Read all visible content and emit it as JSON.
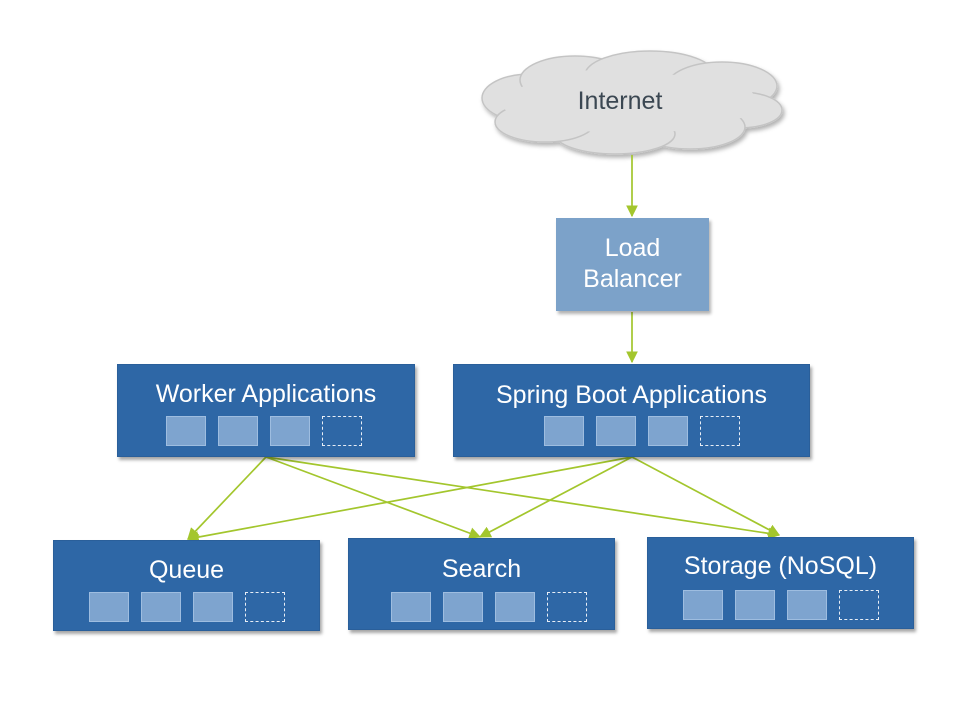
{
  "internet": {
    "label": "Internet"
  },
  "load_balancer": {
    "line1": "Load",
    "line2": "Balancer"
  },
  "tiers": {
    "worker": {
      "title": "Worker Applications",
      "instances": 3,
      "empty_slots": 1
    },
    "spring": {
      "title": "Spring Boot Applications",
      "instances": 3,
      "empty_slots": 1
    }
  },
  "services": {
    "queue": {
      "title": "Queue",
      "instances": 3,
      "empty_slots": 1
    },
    "search": {
      "title": "Search",
      "instances": 3,
      "empty_slots": 1
    },
    "storage": {
      "title": "Storage (NoSQL)",
      "instances": 3,
      "empty_slots": 1
    }
  },
  "colors": {
    "node_fill": "#2e67a6",
    "slot_fill": "#7ea4cf",
    "load_balancer_fill": "#7ca2c9",
    "cloud_fill": "#e0e0e0",
    "arrow": "#a3c62d"
  }
}
